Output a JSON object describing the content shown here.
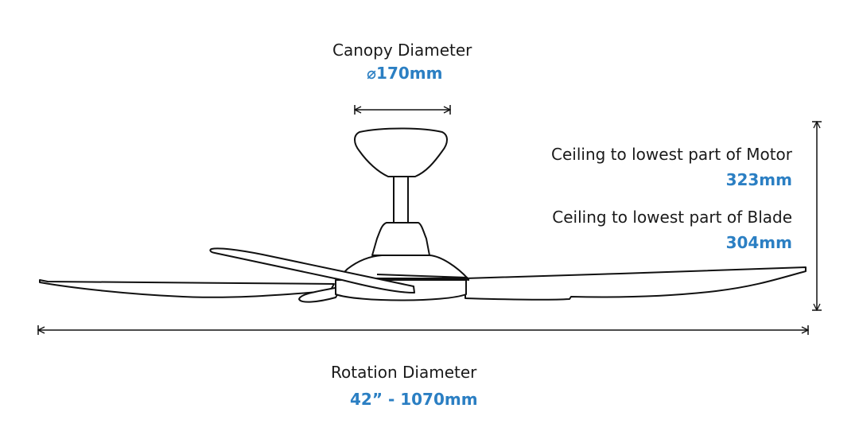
{
  "canopy": {
    "label": "Canopy Diameter",
    "value": "⌀170mm"
  },
  "motor_drop": {
    "label": "Ceiling to lowest part of Motor",
    "value": "323mm"
  },
  "blade_drop": {
    "label": "Ceiling to lowest part of Blade",
    "value": "304mm"
  },
  "rotation": {
    "label": "Rotation Diameter",
    "value": "42” - 1070mm"
  },
  "colors": {
    "accent": "#2b7fc3",
    "line": "#111111"
  }
}
